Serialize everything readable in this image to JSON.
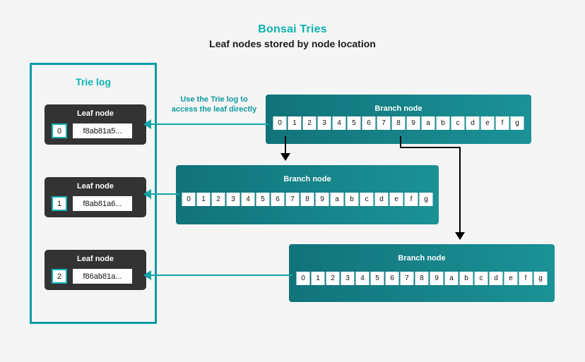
{
  "header": {
    "title": "Bonsai Tries",
    "subtitle": "Leaf nodes stored by node location",
    "title_color": "#0bb3b3"
  },
  "trie_log": {
    "title": "Trie log",
    "border_color": "#0d9ba3",
    "leaf_label": "Leaf node",
    "leaves": [
      {
        "index": "0",
        "hash": "f8ab81a5..."
      },
      {
        "index": "1",
        "hash": "f8ab81a6..."
      },
      {
        "index": "2",
        "hash": "f86ab81a..."
      }
    ]
  },
  "annotation": {
    "line1": "Use the Trie log to",
    "line2": "access the leaf directly",
    "color": "#0e9aa0"
  },
  "branch_nodes": [
    {
      "label": "Branch node",
      "cells": [
        "0",
        "1",
        "2",
        "3",
        "4",
        "5",
        "6",
        "7",
        "8",
        "9",
        "a",
        "b",
        "c",
        "d",
        "e",
        "f",
        "g"
      ]
    },
    {
      "label": "Branch node",
      "cells": [
        "0",
        "1",
        "2",
        "3",
        "4",
        "5",
        "6",
        "7",
        "8",
        "9",
        "a",
        "b",
        "c",
        "d",
        "e",
        "f",
        "g"
      ]
    },
    {
      "label": "Branch node",
      "cells": [
        "0",
        "1",
        "2",
        "3",
        "4",
        "5",
        "6",
        "7",
        "8",
        "9",
        "a",
        "b",
        "c",
        "d",
        "e",
        "f",
        "g"
      ]
    }
  ],
  "colors": {
    "background": "#f5f5f5",
    "branch_gradient_start": "#11737a",
    "branch_gradient_end": "#1b9296",
    "leaf_card": "#333333",
    "teal_accent": "#12a3a8",
    "connector": "#000000"
  }
}
